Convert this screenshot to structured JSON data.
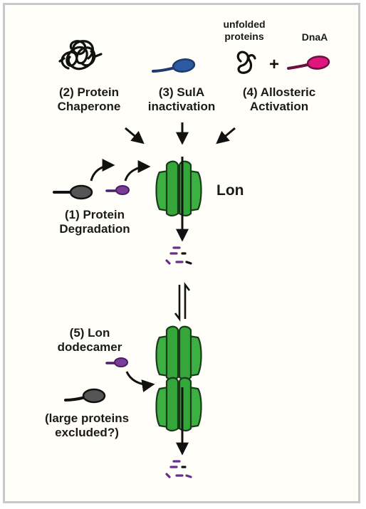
{
  "labels": {
    "unfolded_proteins": "unfolded\nproteins",
    "dnaa": "DnaA",
    "plus": "+",
    "chaperone": "(2) Protein\nChaperone",
    "sula": "(3) SulA\ninactivation",
    "allosteric": "(4) Allosteric\nActivation",
    "lon": "Lon",
    "degradation": "(1) Protein\nDegradation",
    "dodecamer": "(5) Lon\ndodecamer",
    "excluded": "(large proteins\nexcluded?)"
  },
  "colors": {
    "lon_green": "#3cb043",
    "sula_blue": "#2c5aa0",
    "dnaa_pink": "#e0157e",
    "substrate_purple": "#7a3c99",
    "substrate_gray": "#555555",
    "peptide_purple": "#6a2d8a",
    "frame_gray": "#c8c8c8"
  }
}
